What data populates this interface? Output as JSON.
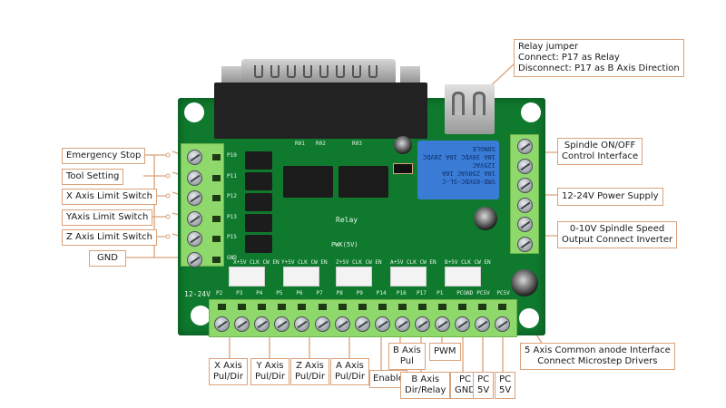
{
  "title": "5 Axis CNC Breakout Board Interface Diagram",
  "callouts": {
    "relay_jumper": {
      "line1": "Relay jumper",
      "line2": "Connect: P17 as Relay",
      "line3": "Disconnect: P17 as B Axis Direction"
    },
    "left": [
      {
        "label": "Emergency Stop"
      },
      {
        "label": "Tool Setting"
      },
      {
        "label": "X Axis Limit Switch"
      },
      {
        "label": "YAxis Limit Switch"
      },
      {
        "label": "Z Axis Limit Switch"
      },
      {
        "label": "GND"
      }
    ],
    "right": [
      {
        "line1": "Spindle ON/OFF",
        "line2": "Control Interface"
      },
      {
        "line1": "12-24V Power Supply",
        "line2": ""
      },
      {
        "line1": "0-10V Spindle Speed",
        "line2": "Output Connect Inverter"
      }
    ],
    "bottom": [
      {
        "line1": "X Axis",
        "line2": "Pul/Dir"
      },
      {
        "line1": "Y Axis",
        "line2": "Pul/Dir"
      },
      {
        "line1": "Z Axis",
        "line2": "Pul/Dir"
      },
      {
        "line1": "A Axis",
        "line2": "Pul/Dir"
      },
      {
        "line1": "Enable",
        "line2": ""
      },
      {
        "line1": "B Axis",
        "line2": "Pul"
      },
      {
        "line1": "B Axis",
        "line2": "Dir/Relay"
      },
      {
        "line1": "PWM",
        "line2": ""
      },
      {
        "line1": "PC",
        "line2": "GND"
      },
      {
        "line1": "PC",
        "line2": "5V"
      },
      {
        "line1": "PC",
        "line2": "5V"
      }
    ],
    "common_anode": {
      "line1": "5 Axis Common anode Interface",
      "line2": "Connect Microstep Drivers"
    }
  },
  "board": {
    "silkscreen": {
      "power": "12-24V",
      "relay": "Relay",
      "pwm": "PWK(5V)",
      "header_x": "X+5V CLK CW EN",
      "header_y": "Y+5V CLK CW EN",
      "header_z": "Z+5V CLK CW EN",
      "header_a": "A+5V CLK CW EN",
      "header_b": "B+5V CLK CW EN",
      "pins": [
        "P2",
        "P3",
        "P4",
        "P5",
        "P6",
        "P7",
        "P8",
        "P9",
        "P14",
        "P16",
        "P17",
        "P1",
        "PCGND",
        "PC5V",
        "PC5V"
      ],
      "left_pins": [
        "P10",
        "P11",
        "P12",
        "P13",
        "P15",
        "GND"
      ],
      "relay_text": [
        "SRD-05VDC-SL-C",
        "10A 250VAC 10A 125VAC",
        "10A 30VDC 10A 28VDC",
        "SONGLE"
      ],
      "chips": [
        "R01",
        "R02",
        "R03"
      ]
    },
    "colors": {
      "pcb": "#0f7a2e",
      "terminal": "#8fd86b",
      "callout_border": "#d9a27a",
      "leader": "#d9a27a",
      "relay": "#3a7bd5"
    }
  }
}
